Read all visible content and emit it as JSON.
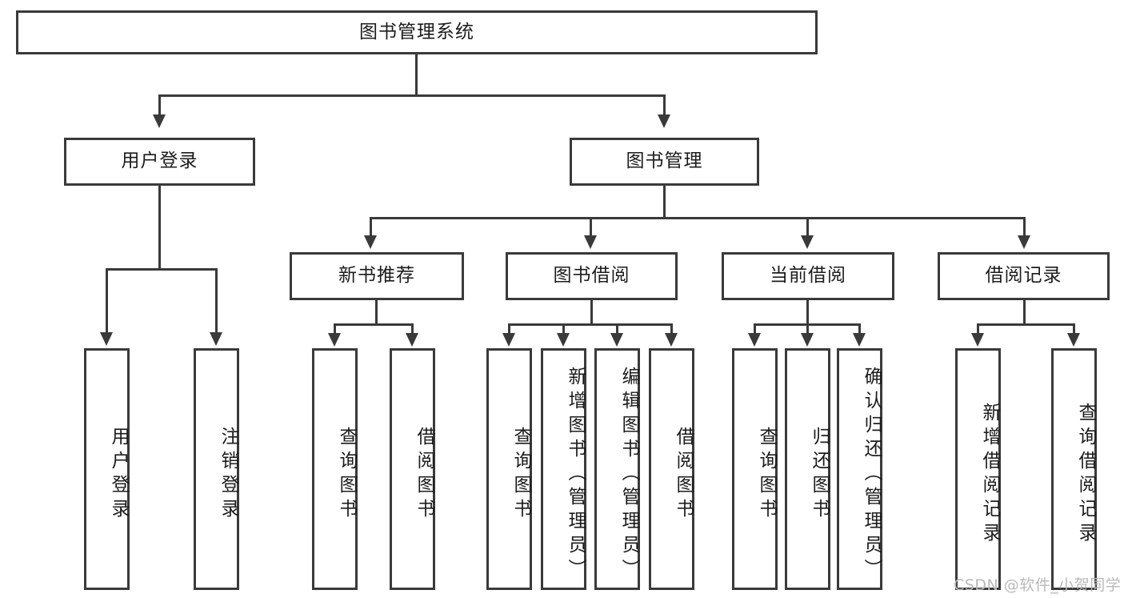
{
  "diagram": {
    "type": "tree",
    "title": "图书管理系统",
    "root": {
      "label": "图书管理系统"
    },
    "level1": [
      {
        "label": "用户登录"
      },
      {
        "label": "图书管理"
      }
    ],
    "level2": [
      {
        "label": "新书推荐"
      },
      {
        "label": "图书借阅"
      },
      {
        "label": "当前借阅"
      },
      {
        "label": "借阅记录"
      }
    ],
    "leaves": {
      "user_login": [
        {
          "label": "用户登录"
        },
        {
          "label": "注销登录"
        }
      ],
      "new_book_recommend": [
        {
          "label": "查询图书"
        },
        {
          "label": "借阅图书"
        }
      ],
      "book_borrow": [
        {
          "label": "查询图书"
        },
        {
          "label": "新增图书（管理员）"
        },
        {
          "label": "编辑图书（管理员）"
        },
        {
          "label": "借阅图书"
        }
      ],
      "current_borrow": [
        {
          "label": "查询图书"
        },
        {
          "label": "归还图书"
        },
        {
          "label": "确认归还（管理员）"
        }
      ],
      "borrow_record": [
        {
          "label": "新增借阅记录"
        },
        {
          "label": "查询借阅记录"
        }
      ]
    }
  },
  "watermark": {
    "text": "CSDN @软件_小贺同学"
  },
  "colors": {
    "stroke": "#3a3a3a",
    "background": "#ffffff",
    "text": "#1c1c1c",
    "watermark": "#b9b9b9"
  }
}
